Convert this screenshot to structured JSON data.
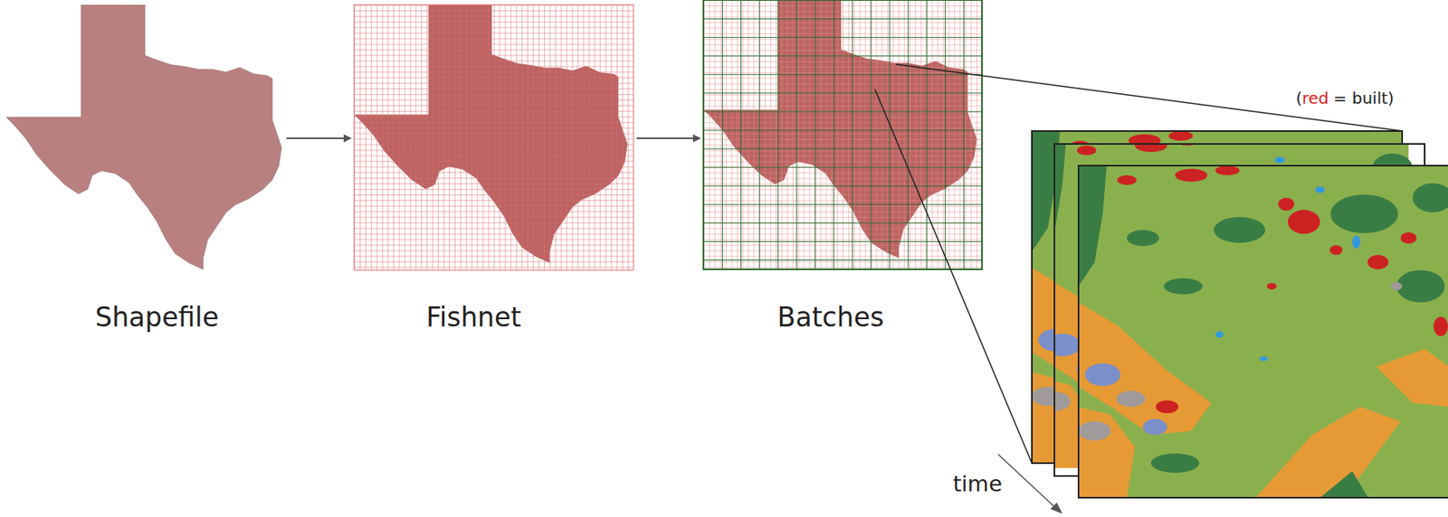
{
  "diagram": {
    "nodes": [
      {
        "text": [
          "Shapefile"
        ]
      },
      {
        "text": [
          "Fishnet"
        ]
      },
      {
        "text": [
          "Batches"
        ]
      }
    ],
    "edges": [
      {
        "from": 0,
        "to": 1,
        "arrow": "to"
      },
      {
        "from": 1,
        "to": 2,
        "arrow": "to"
      }
    ],
    "labels": [
      "(",
      "red",
      "= built)",
      "time"
    ]
  }
}
